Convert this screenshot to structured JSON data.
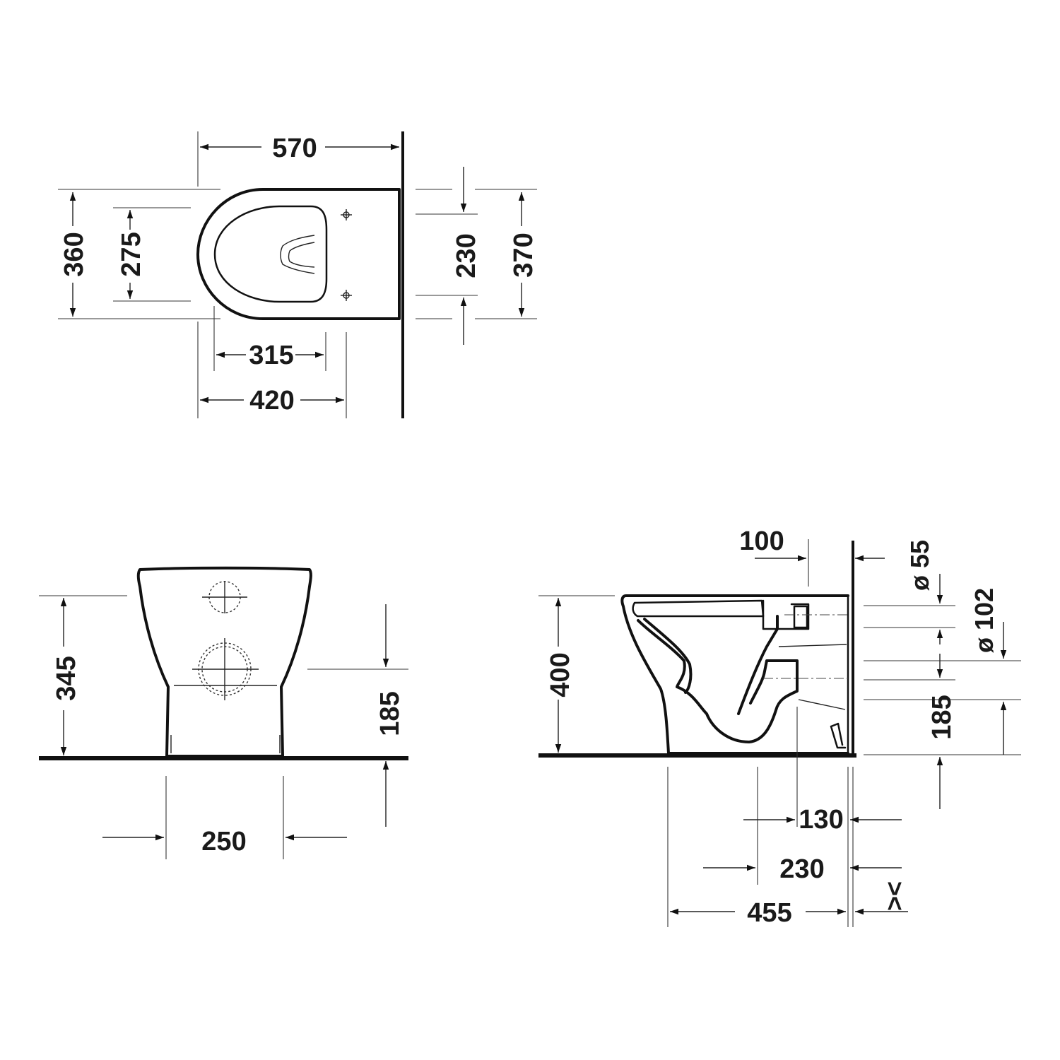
{
  "dimensions": {
    "top_view": {
      "length": "570",
      "width_outer": "360",
      "width_inner": "275",
      "fixing_spacing": "230",
      "width_rear": "370",
      "opening_length": "315",
      "length_to_fixing": "420"
    },
    "front_view": {
      "height_outlet": "345",
      "outlet_height": "185",
      "foot_width": "250"
    },
    "side_view": {
      "height": "400",
      "inlet_offset": "100",
      "inlet_diameter": "ø 55",
      "outlet_diameter": "ø 102",
      "outlet_height": "185",
      "outlet_to_wall": "130",
      "foot_to_wall": "230",
      "total_depth": "455",
      "wall_gap": "><"
    }
  },
  "colors": {
    "line": "#111111",
    "background": "#ffffff"
  }
}
